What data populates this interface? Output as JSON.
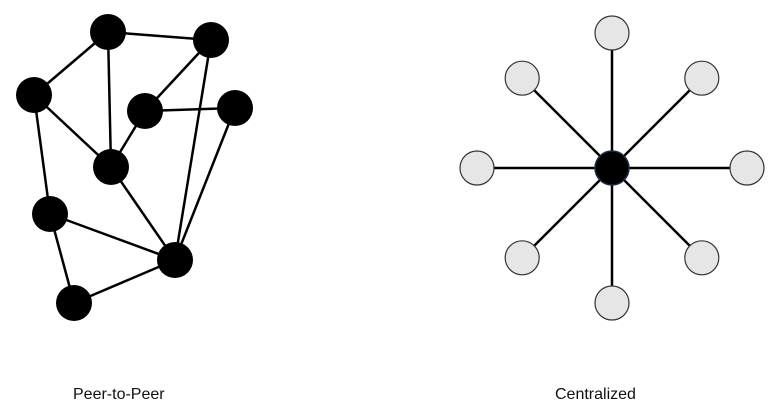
{
  "diagrams": {
    "peer_to_peer": {
      "label": "Peer-to-Peer",
      "node_color": "#000000",
      "nodes": [
        {
          "id": "n1"
        },
        {
          "id": "n2"
        },
        {
          "id": "n3"
        },
        {
          "id": "n4"
        },
        {
          "id": "n5"
        },
        {
          "id": "n6"
        },
        {
          "id": "n7"
        },
        {
          "id": "n8"
        },
        {
          "id": "n9"
        },
        {
          "id": "n10"
        }
      ],
      "edges": [
        [
          "n1",
          "n2"
        ],
        [
          "n1",
          "n3"
        ],
        [
          "n1",
          "n5"
        ],
        [
          "n2",
          "n4"
        ],
        [
          "n2",
          "n8"
        ],
        [
          "n3",
          "n6"
        ],
        [
          "n3",
          "n5"
        ],
        [
          "n4",
          "n5"
        ],
        [
          "n4",
          "n7"
        ],
        [
          "n5",
          "n7"
        ],
        [
          "n6",
          "n7"
        ],
        [
          "n6",
          "n8"
        ],
        [
          "n7",
          "n8"
        ],
        [
          "n7",
          "n9"
        ],
        [
          "n7",
          "n10"
        ]
      ]
    },
    "centralized": {
      "label": "Centralized",
      "hub_color": "#000000",
      "spoke_color": "#e6e6e6",
      "spoke_count": 8
    }
  }
}
